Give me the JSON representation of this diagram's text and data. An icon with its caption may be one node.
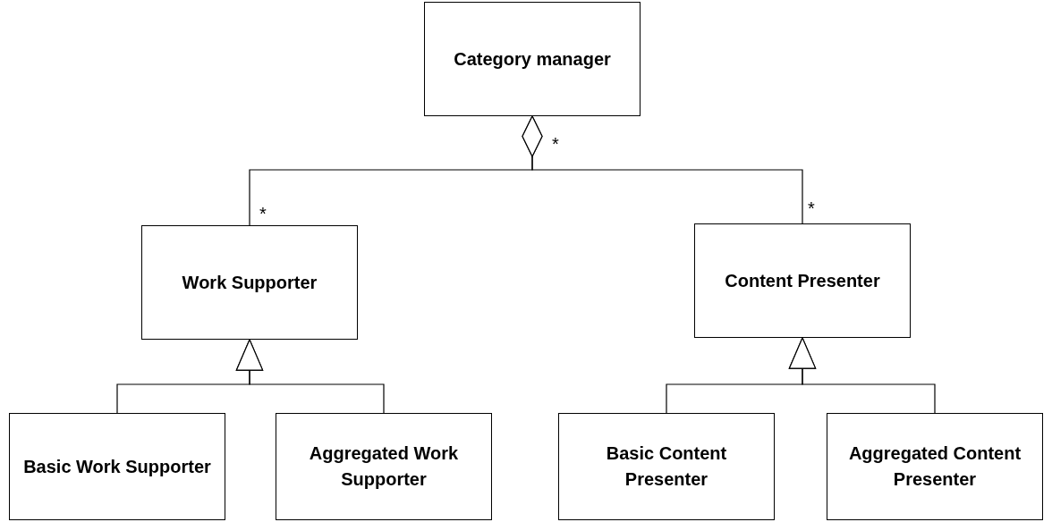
{
  "diagram": {
    "nodes": [
      {
        "text": [
          "Category manager"
        ]
      },
      {
        "text": [
          "Work Supporter"
        ]
      },
      {
        "text": [
          "Content Presenter"
        ]
      },
      {
        "text": [
          "Basic Work Supporter"
        ]
      },
      {
        "text": [
          "Aggregated Work Supporter"
        ]
      },
      {
        "text": [
          "Basic Content Presenter"
        ]
      },
      {
        "text": [
          "Aggregated Content Presenter"
        ]
      }
    ],
    "edges": [
      {
        "from": 0,
        "to": 1,
        "arrow": "other"
      },
      {
        "from": 0,
        "to": 2,
        "arrow": "other"
      },
      {
        "from": 3,
        "to": 1,
        "arrow": "to"
      },
      {
        "from": 4,
        "to": 1,
        "arrow": "to"
      },
      {
        "from": 5,
        "to": 2,
        "arrow": "to"
      },
      {
        "from": 6,
        "to": 2,
        "arrow": "to"
      }
    ],
    "labels": [
      "*",
      "*",
      "*"
    ]
  }
}
